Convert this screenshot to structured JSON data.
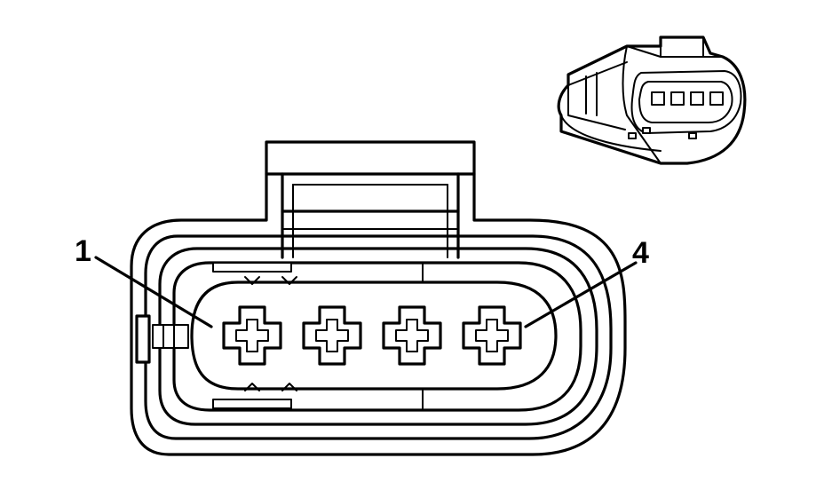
{
  "callouts": [
    {
      "label": "1",
      "target": "terminal-1"
    },
    {
      "label": "4",
      "target": "terminal-4"
    }
  ],
  "terminals": [
    "1",
    "2",
    "3",
    "4"
  ],
  "colors": {
    "line": "#000000",
    "background": "#ffffff"
  }
}
